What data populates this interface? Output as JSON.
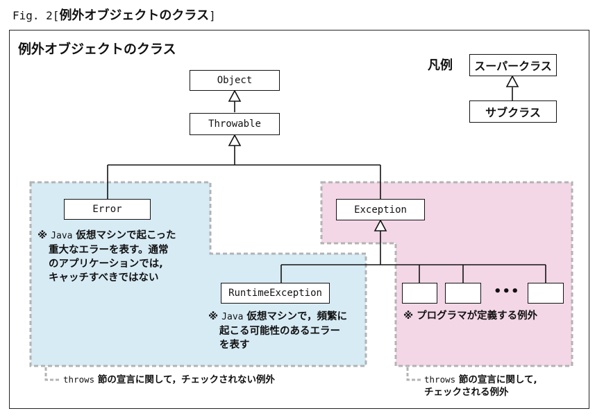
{
  "caption": {
    "prefix": "Fig. 2[",
    "title": "例外オブジェクトのクラス",
    "suffix": "]"
  },
  "diagram_title": "例外オブジェクトのクラス",
  "legend": {
    "label": "凡例",
    "superclass": "スーパークラス",
    "subclass": "サブクラス"
  },
  "classes": {
    "object": "Object",
    "throwable": "Throwable",
    "error": "Error",
    "exception": "Exception",
    "runtime_exception": "RuntimeException"
  },
  "notes": {
    "error": {
      "mark": "※",
      "java": "Java",
      "line1": "仮想マシンで起こった",
      "line2": "重大なエラーを表す。通常",
      "line3": "のアプリケーションでは,",
      "line4": "キャッチすべきではない"
    },
    "runtime": {
      "mark": "※",
      "java": "Java",
      "line1": "仮想マシンで，頻繁に",
      "line2": "起こる可能性のあるエラー",
      "line3": "を表す"
    },
    "program": "※ プログラマが定義する例外"
  },
  "ellipsis": "•••",
  "footers": {
    "unchecked": {
      "kw": "throws",
      "text": "節の宣言に関して，チェックされない例外"
    },
    "checked": {
      "kw": "throws",
      "line1": "節の宣言に関して,",
      "line2": "チェックされる例外"
    }
  },
  "colors": {
    "unchecked_region": "#d7ebf5",
    "checked_region": "#f3d7e6",
    "dashed_border": "#b3b3b3"
  }
}
